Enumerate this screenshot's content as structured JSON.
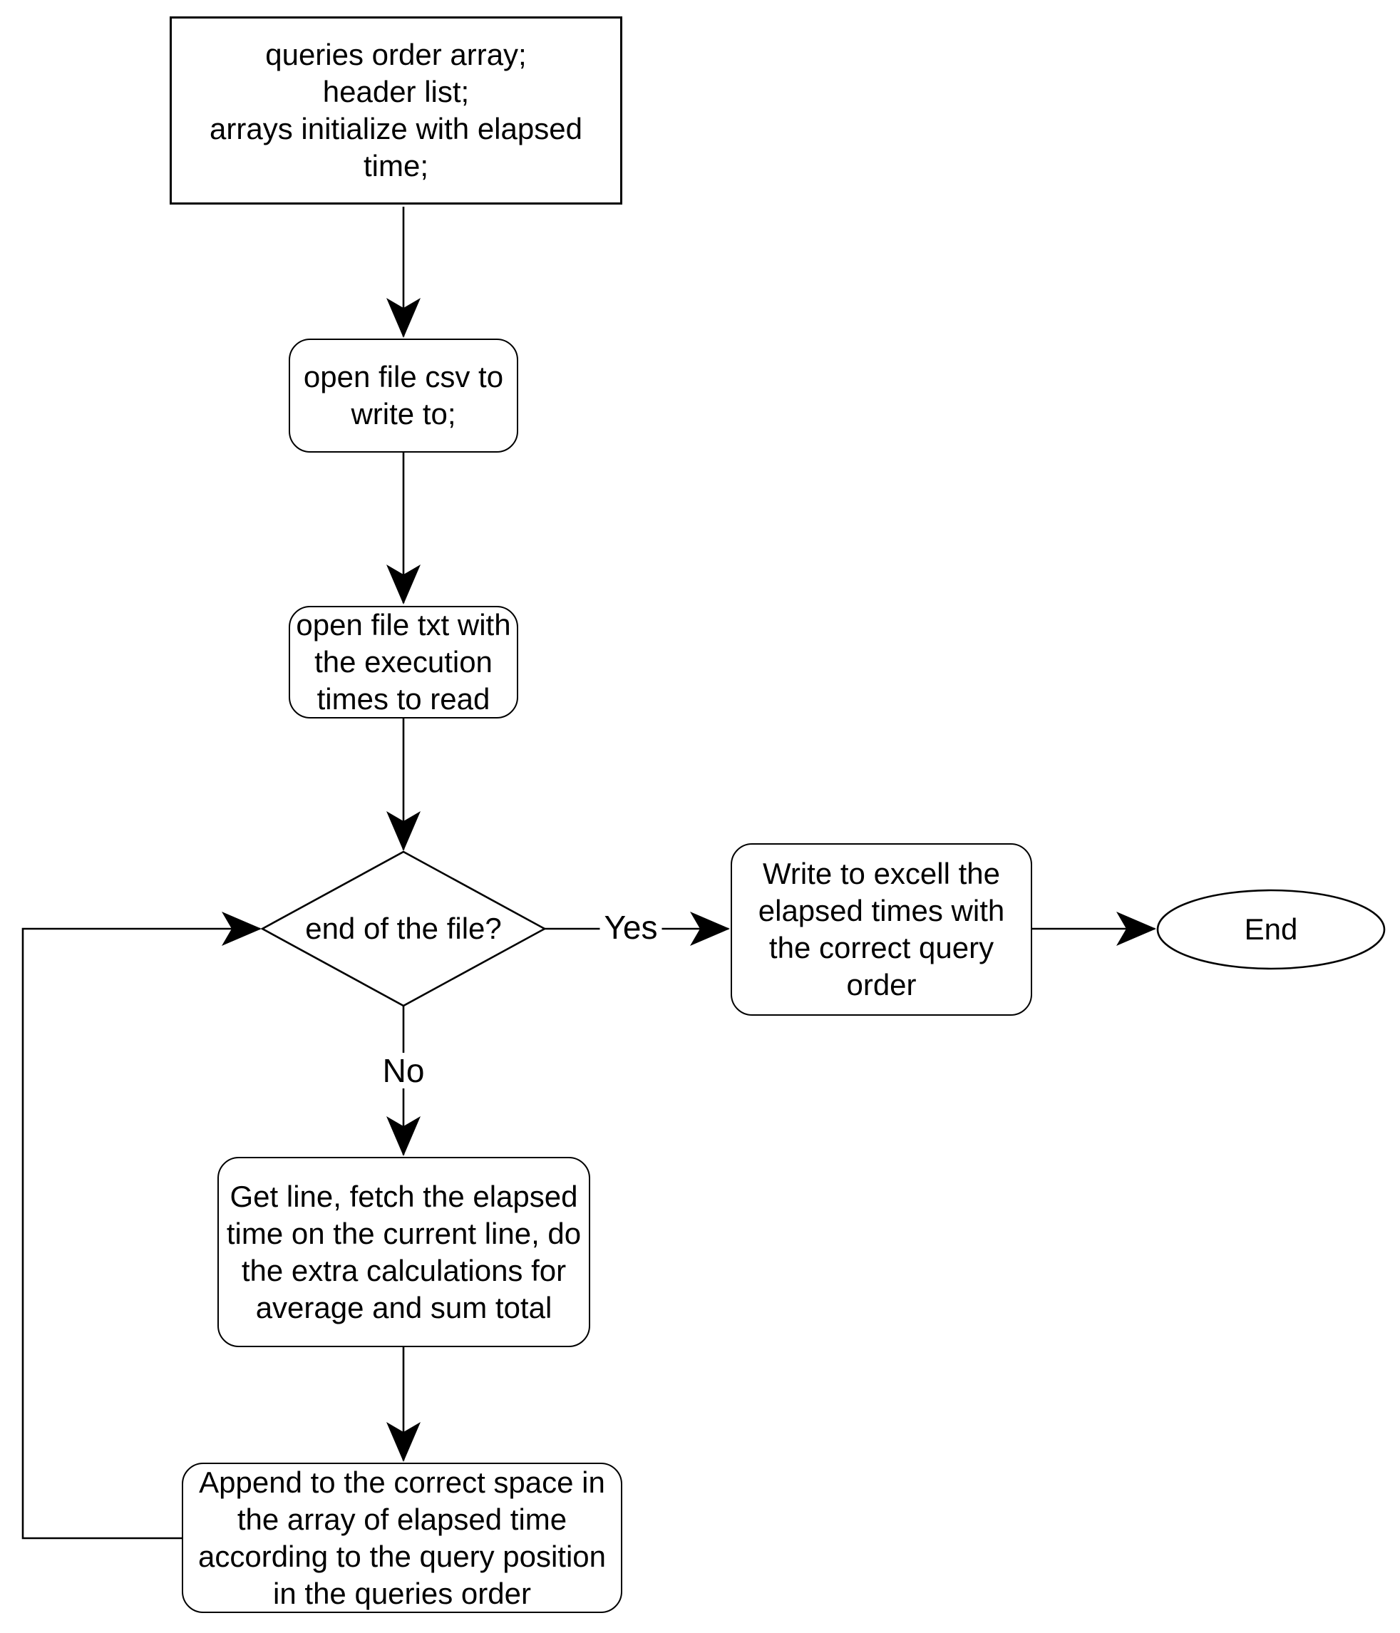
{
  "diagram": {
    "colors": {
      "background": "#ffffff",
      "stroke": "#000000",
      "text": "#000000"
    },
    "nodes": {
      "start": {
        "label": "queries order array;\nheader list;\narrays initialize with elapsed\ntime;"
      },
      "open_csv": {
        "label": "open file csv to\nwrite to;"
      },
      "open_txt": {
        "label": "open file txt with\nthe execution\ntimes to read"
      },
      "decision": {
        "label": "end of the file?"
      },
      "write_excel": {
        "label": "Write to excell the\nelapsed times with\nthe correct query\norder"
      },
      "end": {
        "label": "End"
      },
      "get_line": {
        "label": "Get line, fetch the elapsed\ntime on the current line, do\nthe extra calculations for\naverage and sum total"
      },
      "append": {
        "label": "Append to the correct space in\nthe array of elapsed time\naccording to the query position\nin the queries order"
      }
    },
    "edge_labels": {
      "yes": "Yes",
      "no": "No"
    }
  }
}
